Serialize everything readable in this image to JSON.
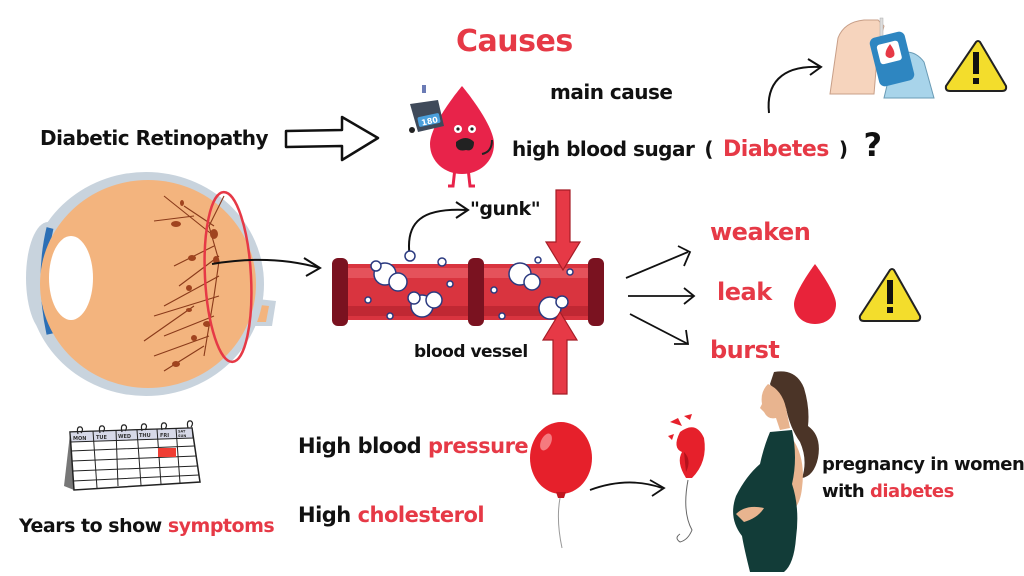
{
  "title": "Causes",
  "colors": {
    "accent_red": "#e63946",
    "text_black": "#111111",
    "warning_yellow": "#f3dd2c",
    "eye_orange": "#f3b47e",
    "vessel_red": "#d9343f",
    "vessel_dark": "#7a1220",
    "dress_green": "#123c38"
  },
  "header": {
    "topic_label": "Diabetic Retinopathy",
    "main_cause_label": "main cause",
    "cause_text": "high blood sugar",
    "paren_open": "(",
    "diabetes_label": "Diabetes",
    "paren_close": ")",
    "question_mark": "?",
    "meter_reading": "180"
  },
  "vessel": {
    "gunk_label": "\"gunk\"",
    "vessel_label": "blood vessel"
  },
  "effects": [
    {
      "label": "weaken"
    },
    {
      "label": "leak"
    },
    {
      "label": "burst"
    }
  ],
  "calendar": {
    "days": [
      "MON",
      "TUE",
      "WED",
      "THU",
      "FRI",
      "SAT",
      "SUN"
    ],
    "caption_prefix": "Years to show",
    "caption_highlight": "symptoms"
  },
  "risk_factors": [
    {
      "prefix": "High blood",
      "highlight": "pressure"
    },
    {
      "prefix": "High",
      "highlight": "cholesterol"
    }
  ],
  "pregnancy": {
    "line1": "pregnancy in women",
    "line2_prefix": "with",
    "line2_highlight": "diabetes"
  },
  "icons": {
    "warning": "warning-triangle-icon",
    "blood_drop": "blood-drop-icon",
    "glucose_meter": "glucose-meter-icon",
    "balloon": "balloon-icon",
    "calendar": "calendar-icon",
    "eye": "eye-diagram-icon"
  }
}
